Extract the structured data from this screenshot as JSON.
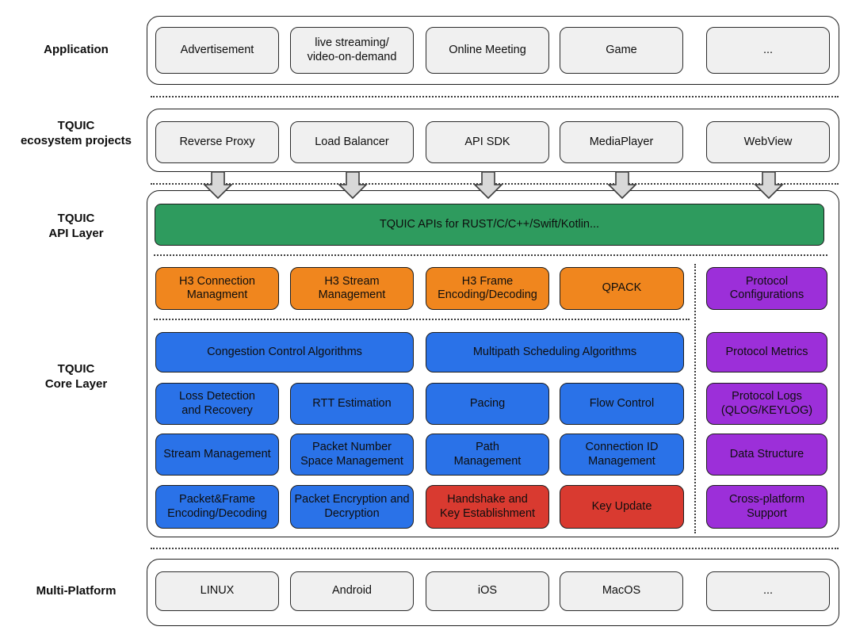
{
  "labels": {
    "application": "Application",
    "ecosystem": "TQUIC\necosystem projects",
    "api_layer": "TQUIC\nAPI Layer",
    "core_layer": "TQUIC\nCore Layer",
    "multi_platform": "Multi-Platform"
  },
  "app": {
    "items": [
      "Advertisement",
      "live streaming/\nvideo-on-demand",
      "Online Meeting",
      "Game",
      "..."
    ]
  },
  "eco": {
    "items": [
      "Reverse Proxy",
      "Load Balancer",
      "API SDK",
      "MediaPlayer",
      "WebView"
    ]
  },
  "api": {
    "bar_label": "TQUIC APIs for RUST/C/C++/Swift/Kotlin..."
  },
  "core": {
    "h3_connection": "H3 Connection\nManagment",
    "h3_stream": "H3 Stream\nManagement",
    "h3_frame": "H3 Frame\nEncoding/Decoding",
    "qpack": "QPACK",
    "congestion": "Congestion Control Algorithms",
    "multipath": "Multipath Scheduling Algorithms",
    "loss_detection": "Loss Detection\nand Recovery",
    "rtt": "RTT Estimation",
    "pacing": "Pacing",
    "flow_control": "Flow Control",
    "stream_mgmt": "Stream Management",
    "packet_number": "Packet Number\nSpace Management",
    "path_mgmt": "Path\nManagement",
    "connection_id": "Connection ID\nManagement",
    "packet_frame": "Packet&Frame\nEncoding/Decoding",
    "packet_encryption": "Packet Encryption and\nDecryption",
    "handshake": "Handshake and\nKey Establishment",
    "key_update": "Key Update"
  },
  "rightcol": {
    "protocol_config": "Protocol\nConfigurations",
    "protocol_metrics": "Protocol Metrics",
    "protocol_logs": "Protocol Logs\n(QLOG/KEYLOG)",
    "data_structure": "Data Structure",
    "cross_platform": "Cross-platform\nSupport"
  },
  "platform": {
    "items": [
      "LINUX",
      "Android",
      "iOS",
      "MacOS",
      "..."
    ]
  },
  "colors": {
    "green": "#2e9b5e",
    "orange": "#f0861e",
    "blue": "#2a72e8",
    "red": "#d93a30",
    "purple": "#9c2fd9",
    "box_gray": "#f0f0f0",
    "arrow_gray": "#d8d8d8"
  }
}
